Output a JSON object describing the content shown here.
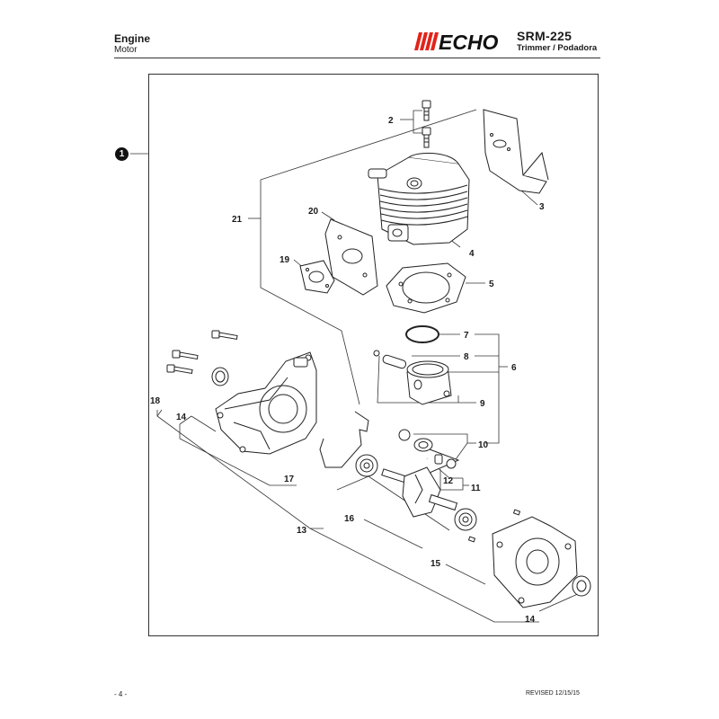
{
  "header": {
    "section_title": "Engine",
    "section_subtitle": "Motor",
    "brand": "ECHO",
    "model": "SRM-225",
    "description": "Trimmer / Podadora"
  },
  "diagram": {
    "reference_badge": "1",
    "callouts": {
      "c2": "2",
      "c3": "3",
      "c4": "4",
      "c5": "5",
      "c6": "6",
      "c7": "7",
      "c8": "8",
      "c9": "9",
      "c10": "10",
      "c11": "11",
      "c12": "12",
      "c13": "13",
      "c14a": "14",
      "c14b": "14",
      "c15": "15",
      "c16": "16",
      "c17": "17",
      "c18": "18",
      "c19": "19",
      "c20": "20",
      "c21": "21"
    }
  },
  "footer": {
    "page_number": "- 4 -",
    "revision": "REVISED 12/15/15"
  },
  "colors": {
    "brand_red": "#e2231a",
    "ink": "#1a1a1a"
  }
}
